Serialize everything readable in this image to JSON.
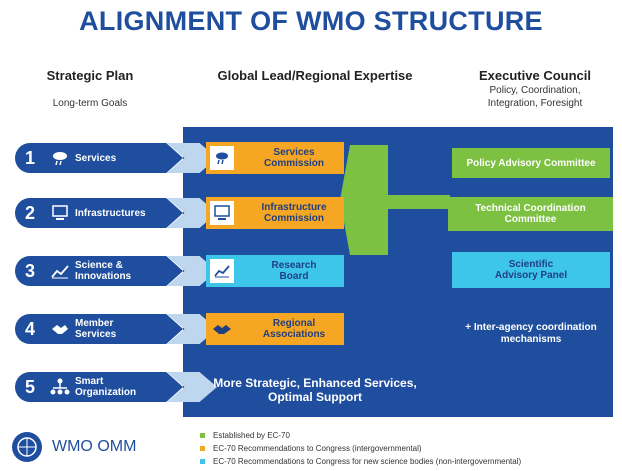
{
  "title": "ALIGNMENT OF WMO STRUCTURE",
  "columns": {
    "left": {
      "heading": "Strategic Plan",
      "sub": "Long-term Goals"
    },
    "middle": {
      "heading": "Global Lead/Regional Expertise"
    },
    "right": {
      "heading": "Executive Council",
      "sub_line1": "Policy, Coordination,",
      "sub_line2": "Integration, Foresight"
    }
  },
  "goals": [
    {
      "number": "1",
      "label_line1": "Services",
      "label_line2": "",
      "icon": "weather-icon"
    },
    {
      "number": "2",
      "label_line1": "Infrastructures",
      "label_line2": "",
      "icon": "computer-icon"
    },
    {
      "number": "3",
      "label_line1": "Science &",
      "label_line2": "Innovations",
      "icon": "chart-icon"
    },
    {
      "number": "4",
      "label_line1": "Member",
      "label_line2": "Services",
      "icon": "handshake-icon"
    },
    {
      "number": "5",
      "label_line1": "Smart",
      "label_line2": "Organization",
      "icon": "org-chart-icon"
    }
  ],
  "middle_boxes": [
    {
      "line1": "Services",
      "line2": "Commission"
    },
    {
      "line1": "Infrastructure",
      "line2": "Commission"
    },
    {
      "line1": "Research",
      "line2": "Board"
    },
    {
      "line1": "Regional",
      "line2": "Associations"
    }
  ],
  "right_boxes": [
    {
      "line1": "Policy Advisory Committee",
      "line2": ""
    },
    {
      "line1": "Technical Coordination",
      "line2": "Committee"
    },
    {
      "line1": "Scientific",
      "line2": "Advisory Panel"
    }
  ],
  "interagency": {
    "line1": "+ Inter-agency coordination",
    "line2": "mechanisms"
  },
  "bottom_text": {
    "line1": "More Strategic, Enhanced Services,",
    "line2": "Optimal Support"
  },
  "logo_text": "WMO OMM",
  "legend": [
    {
      "color": "#7cc142",
      "label": "Established by EC-70"
    },
    {
      "color": "#f5a623",
      "label": "EC-70 Recommendations to Congress (intergovernmental)"
    },
    {
      "color": "#3ec6ea",
      "label": "EC-70 Recommendations to Congress for new science bodies (non-intergovernmental)"
    }
  ],
  "colors": {
    "navy": "#1f4e9e",
    "green": "#7cc142",
    "orange": "#f5a623",
    "cyan": "#3ec6ea",
    "light_blue": "#bfd6ef"
  }
}
